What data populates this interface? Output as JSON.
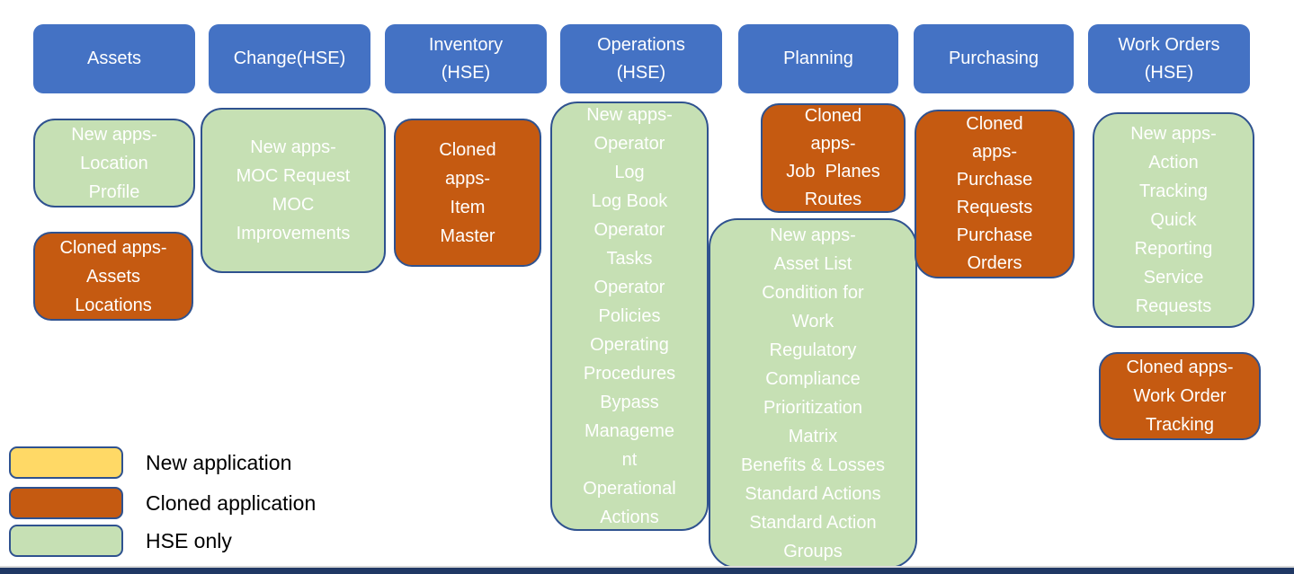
{
  "columns": [
    {
      "header": "Assets",
      "boxes": [
        {
          "kind": "hse",
          "text": "New apps-\nLocation\nProfile"
        },
        {
          "kind": "cloned",
          "text": "Cloned apps-\nAssets\nLocations"
        }
      ]
    },
    {
      "header": "Change(HSE)",
      "boxes": [
        {
          "kind": "hse",
          "text": "New apps-\nMOC Request\nMOC\nImprovements"
        }
      ]
    },
    {
      "header": "Inventory\n(HSE)",
      "boxes": [
        {
          "kind": "cloned",
          "text": "Cloned\napps-\nItem\nMaster"
        }
      ]
    },
    {
      "header": "Operations\n(HSE)",
      "boxes": [
        {
          "kind": "hse",
          "text": "New apps-\nOperator\nLog\nLog Book\nOperator\nTasks\nOperator\nPolicies\nOperating\nProcedures\nBypass\nManageme\nnt\nOperational\nActions"
        }
      ]
    },
    {
      "header": "Planning",
      "boxes": [
        {
          "kind": "cloned",
          "text": "Cloned\napps-\nJob  Planes\nRoutes"
        },
        {
          "kind": "hse",
          "text": "New apps-\nAsset List\nCondition for\nWork\nRegulatory\nCompliance\nPrioritization\nMatrix\nBenefits & Losses\nStandard Actions\nStandard Action\nGroups"
        }
      ]
    },
    {
      "header": "Purchasing",
      "boxes": [
        {
          "kind": "cloned",
          "text": "Cloned\napps-\nPurchase\nRequests\nPurchase\nOrders"
        }
      ]
    },
    {
      "header": "Work Orders\n(HSE)",
      "boxes": [
        {
          "kind": "hse",
          "text": "New apps-\nAction\nTracking\nQuick\nReporting\nService\nRequests"
        },
        {
          "kind": "cloned",
          "text": "Cloned apps-\nWork Order\nTracking"
        }
      ]
    }
  ],
  "legend": {
    "items": [
      {
        "label": "New application",
        "color": "#FFD966"
      },
      {
        "label": "Cloned application",
        "color": "#C55A11"
      },
      {
        "label": "HSE only",
        "color": "#C6E0B4"
      }
    ]
  },
  "colors": {
    "header_blue": "#4472C4",
    "cloned_orange": "#C55A11",
    "hse_green": "#C6E0B4",
    "new_yellow": "#FFD966",
    "outline_blue": "#2F528F",
    "footer_navy": "#203864"
  }
}
